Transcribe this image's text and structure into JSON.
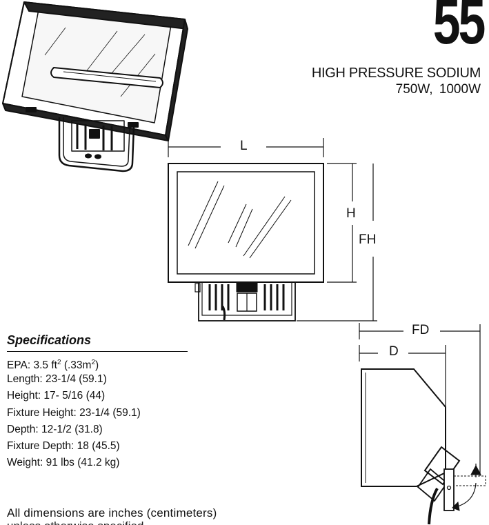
{
  "header": {
    "catalog_number": "55",
    "title": "HIGH PRESSURE SODIUM",
    "wattage": "750W,  1000W"
  },
  "dimension_labels": {
    "length": "L",
    "height": "H",
    "fixture_height": "FH",
    "fixture_depth": "FD",
    "depth": "D"
  },
  "specifications": {
    "heading": "Specifications",
    "epa_prefix": "EPA: 3.5 ft",
    "epa_sup1": "2",
    "epa_mid": " (.33m",
    "epa_sup2": "2",
    "epa_suffix": ")",
    "items": [
      "Length: 23-1/4 (59.1)",
      "Height: 17- 5/16 (44)",
      "Fixture Height: 23-1/4 (59.1)",
      "Depth: 12-1/2 (31.8)",
      "Fixture Depth: 18 (45.5)",
      "Weight: 91 lbs (41.2 kg)"
    ]
  },
  "footnote": {
    "line1": "All dimensions are inches (centimeters)",
    "line2": "unless otherwise specified."
  }
}
